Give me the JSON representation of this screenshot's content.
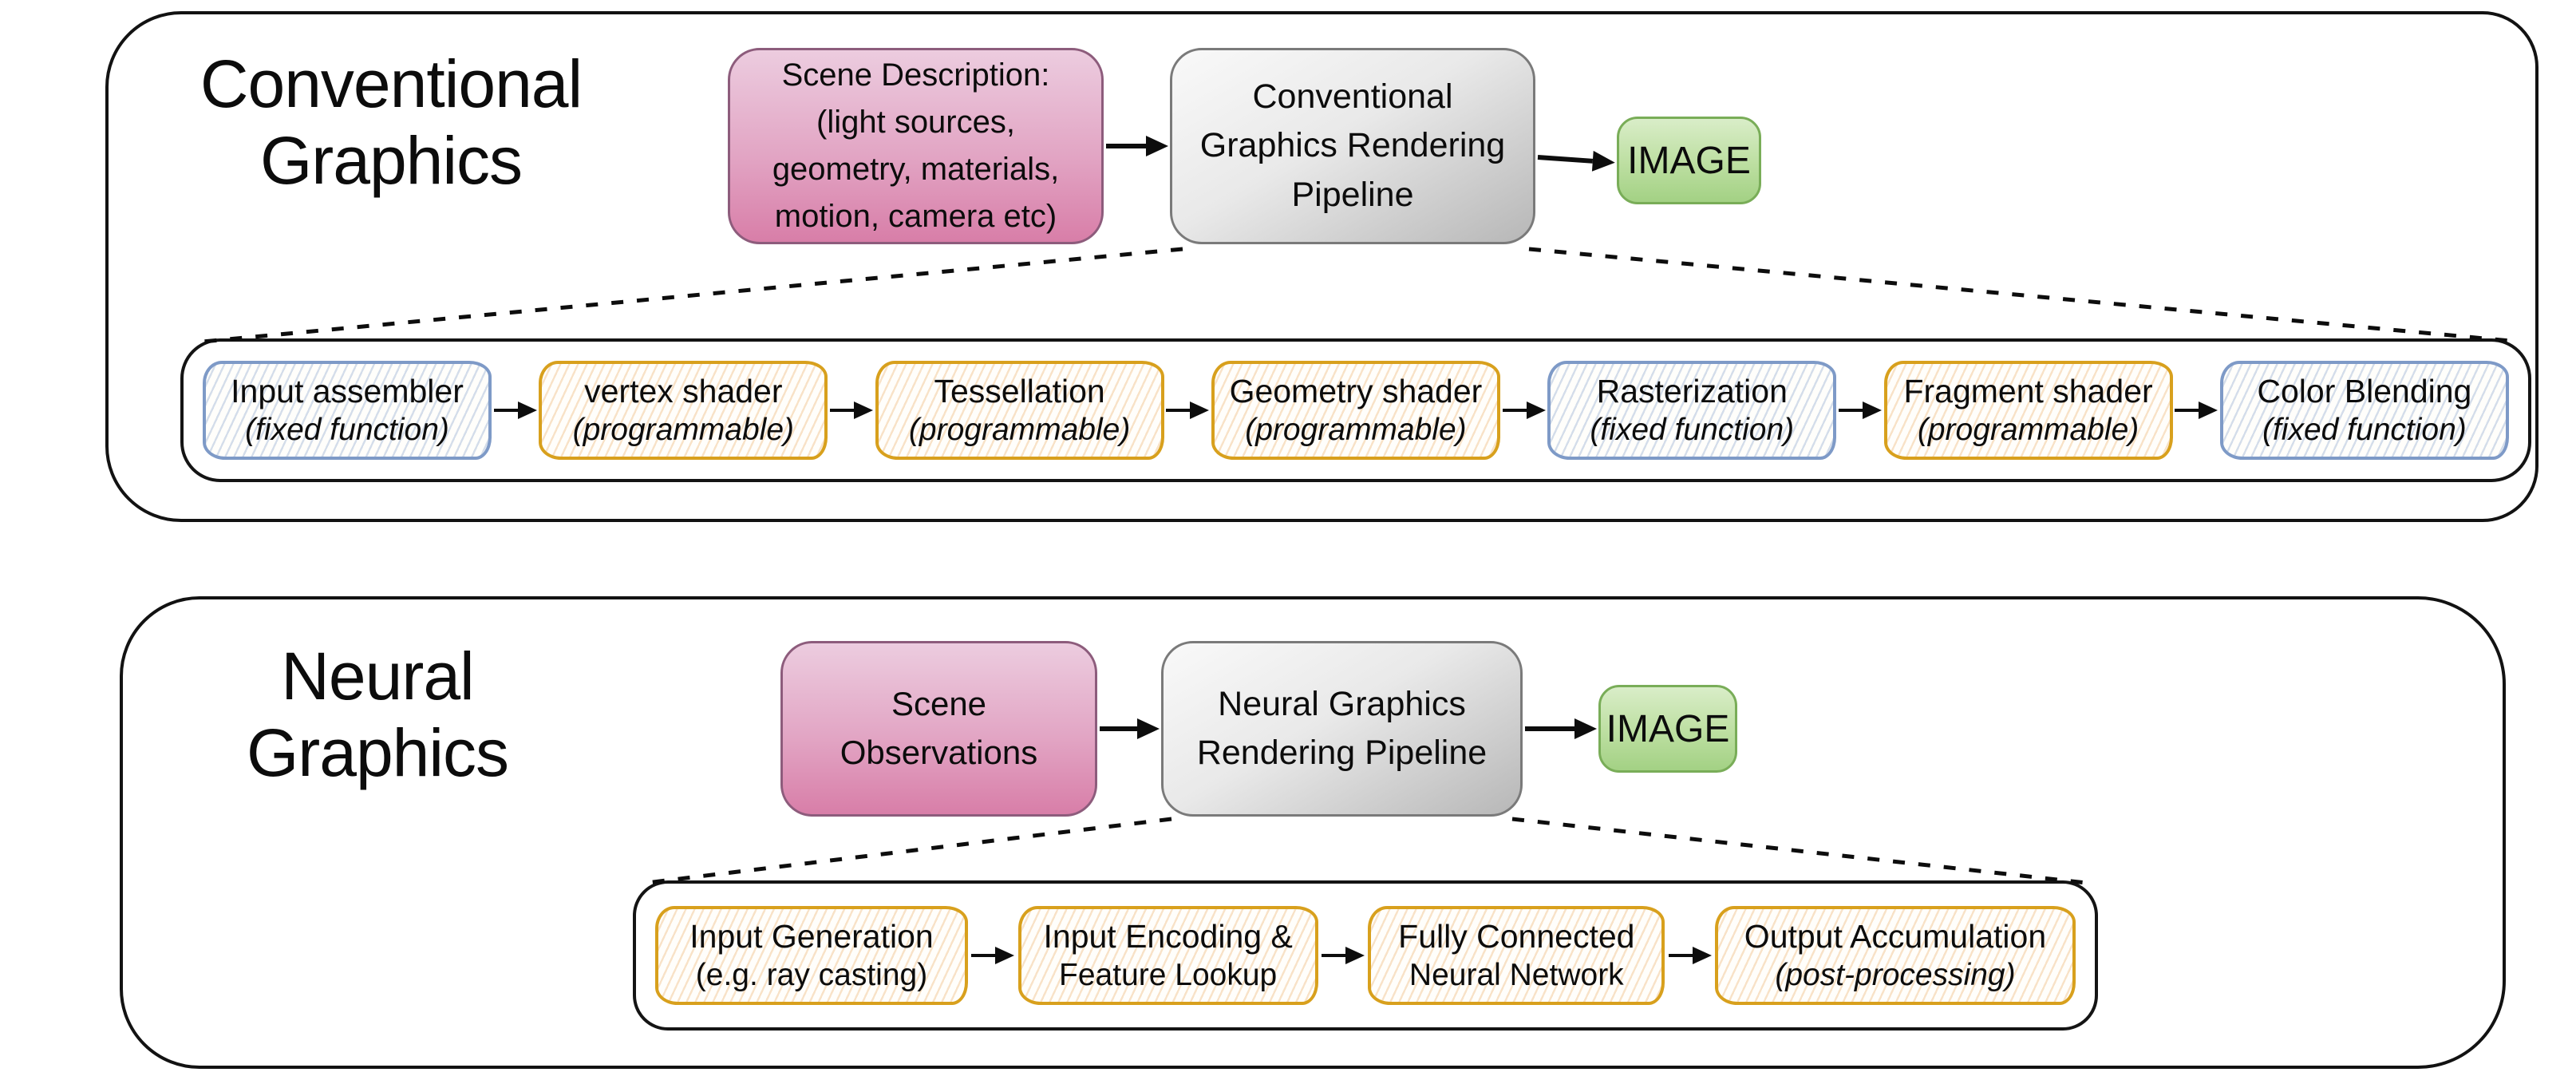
{
  "figure": {
    "conventional": {
      "title": "Conventional\nGraphics",
      "scene_box": {
        "line1": "Scene Description:",
        "line2": "(light sources,",
        "line3": "geometry, materials,",
        "line4": "motion, camera etc)"
      },
      "pipeline_box": {
        "line1": "Conventional",
        "line2": "Graphics Rendering",
        "line3": "Pipeline"
      },
      "image_label": "IMAGE",
      "stages": [
        {
          "name": "Input assembler",
          "sub": "(fixed function)",
          "kind": "fixed function"
        },
        {
          "name": "vertex shader",
          "sub": "(programmable)",
          "kind": "programmable"
        },
        {
          "name": "Tessellation",
          "sub": "(programmable)",
          "kind": "programmable"
        },
        {
          "name": "Geometry shader",
          "sub": "(programmable)",
          "kind": "programmable"
        },
        {
          "name": "Rasterization",
          "sub": "(fixed function)",
          "kind": "fixed function"
        },
        {
          "name": "Fragment shader",
          "sub": "(programmable)",
          "kind": "programmable"
        },
        {
          "name": "Color Blending",
          "sub": "(fixed function)",
          "kind": "fixed function"
        }
      ]
    },
    "neural": {
      "title": "Neural\nGraphics",
      "scene_box": {
        "line1": "Scene",
        "line2": "Observations"
      },
      "pipeline_box": {
        "line1": "Neural Graphics",
        "line2": "Rendering Pipeline"
      },
      "image_label": "IMAGE",
      "stages": [
        {
          "name": "Input Generation",
          "sub": "(e.g. ray casting)",
          "kind": "programmable"
        },
        {
          "name": "Input Encoding &",
          "sub": "Feature Lookup",
          "kind": "programmable"
        },
        {
          "name": "Fully Connected",
          "sub": "Neural Network",
          "kind": "programmable"
        },
        {
          "name": "Output Accumulation",
          "sub": "(post-processing)",
          "kind": "programmable"
        }
      ]
    },
    "colors": {
      "scene_box_fill_top": "#ecccdf",
      "scene_box_fill_bottom": "#d87ea8",
      "scene_box_border": "#8d5c7c",
      "pipeline_box_fill_top": "#f9f9f9",
      "pipeline_box_fill_bottom": "#b7b7b7",
      "pipeline_box_border": "#7a7a7a",
      "image_box_fill_top": "#d9edc8",
      "image_box_fill_bottom": "#a3d184",
      "image_box_border": "#79ad58",
      "fixed_function_accent": "#7e9ac7",
      "programmable_accent": "#d8a01d",
      "connector": "#000000"
    }
  }
}
